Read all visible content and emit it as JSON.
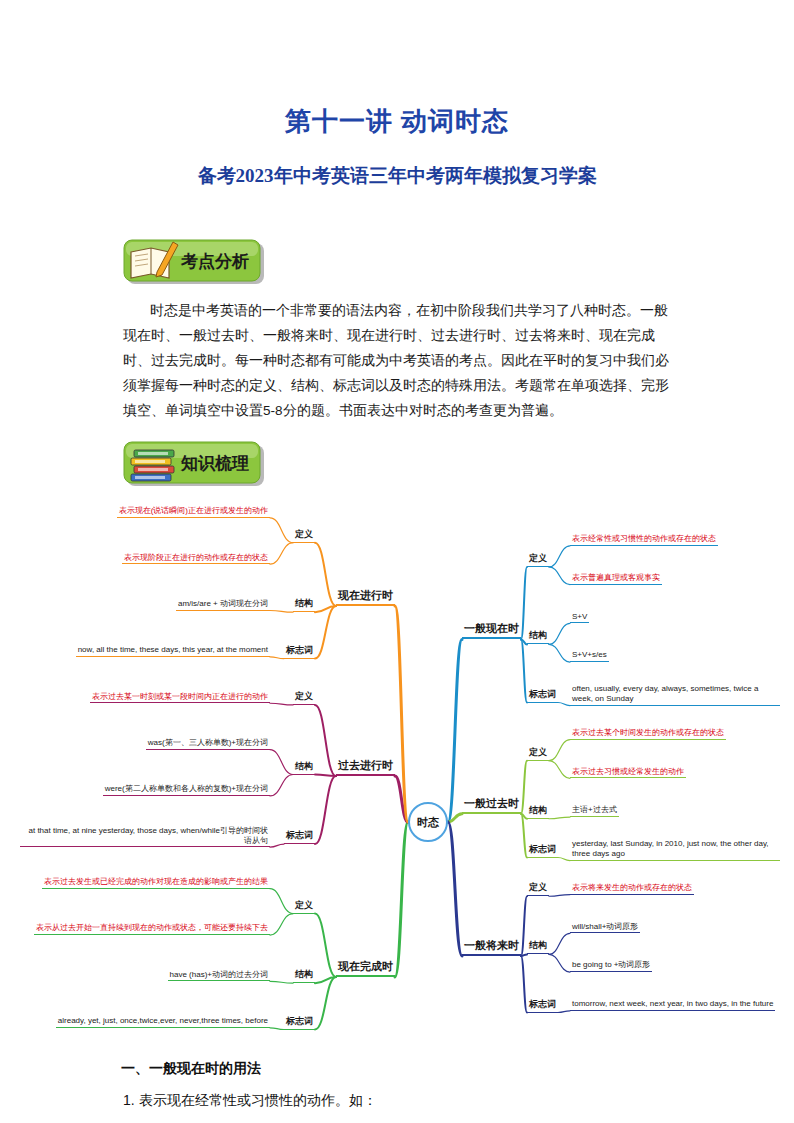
{
  "diagram": {
    "title": "第十一讲 动词时态",
    "nodes": [
      {
        "text": [
          "考点分析"
        ]
      },
      {
        "text": [
          "知识梳理"
        ]
      },
      {
        "text": [
          "时态"
        ]
      },
      {
        "text": [
          "一般现在时"
        ]
      },
      {
        "text": [
          "定义"
        ]
      },
      {
        "text": [
          "表示经常性或习惯性的动作或存在的状态"
        ]
      },
      {
        "text": [
          "表示普遍真理或客观事实"
        ]
      },
      {
        "text": [
          "结构"
        ]
      },
      {
        "text": [
          "S+V"
        ]
      },
      {
        "text": [
          "S+V+s/es"
        ]
      },
      {
        "text": [
          "标志词"
        ]
      },
      {
        "text": [
          "often, usually, every day, always, sometimes, twice a week, on Sunday"
        ]
      },
      {
        "text": [
          "一般过去时"
        ]
      },
      {
        "text": [
          "定义"
        ]
      },
      {
        "text": [
          "表示过去某个时间发生的动作或存在的状态"
        ]
      },
      {
        "text": [
          "表示过去习惯或经常发生的动作"
        ]
      },
      {
        "text": [
          "结构"
        ]
      },
      {
        "text": [
          "主语+过去式"
        ]
      },
      {
        "text": [
          "标志词"
        ]
      },
      {
        "text": [
          "yesterday, last Sunday, in 2010, just now, the other day, three days ago"
        ]
      },
      {
        "text": [
          "一般将来时"
        ]
      },
      {
        "text": [
          "定义"
        ]
      },
      {
        "text": [
          "表示将来发生的动作或存在的状态"
        ]
      },
      {
        "text": [
          "结构"
        ]
      },
      {
        "text": [
          "will/shall+动词原形"
        ]
      },
      {
        "text": [
          "be going to +动词原形"
        ]
      },
      {
        "text": [
          "标志词"
        ]
      },
      {
        "text": [
          "tomorrow, next week, next year, in two days, in the future"
        ]
      },
      {
        "text": [
          "现在完成时"
        ]
      },
      {
        "text": [
          "定义"
        ]
      },
      {
        "text": [
          "表示过去发生或已经完成的动作对现在造成的影响或产生的结果"
        ]
      },
      {
        "text": [
          "表示从过去开始一直持续到现在的动作或状态，可能还要持续下去"
        ]
      },
      {
        "text": [
          "结构"
        ]
      },
      {
        "text": [
          "have (has)+动词的过去分词"
        ]
      },
      {
        "text": [
          "标志词"
        ]
      },
      {
        "text": [
          "already, yet, just, once,twice,ever, never,three times, before"
        ]
      },
      {
        "text": [
          "过去进行时"
        ]
      },
      {
        "text": [
          "定义"
        ]
      },
      {
        "text": [
          "表示过去某一时刻或某一段时间内正在进行的动作"
        ]
      },
      {
        "text": [
          "结构"
        ]
      },
      {
        "text": [
          "was(第一、三人称单数)+现在分词"
        ]
      },
      {
        "text": [
          "were(第二人称单数和各人称的复数)+现在分词"
        ]
      },
      {
        "text": [
          "标志词"
        ]
      },
      {
        "text": [
          "at that time, at nine yesterday, those days, when/while引导的时间状语从句"
        ]
      },
      {
        "text": [
          "现在进行时"
        ]
      },
      {
        "text": [
          "定义"
        ]
      },
      {
        "text": [
          "表示现在(说话瞬间)正在进行或发生的动作"
        ]
      },
      {
        "text": [
          "表示现阶段正在进行的动作或存在的状态"
        ]
      },
      {
        "text": [
          "结构"
        ]
      },
      {
        "text": [
          "am/is/are + 动词现在分词"
        ]
      },
      {
        "text": [
          "标志词"
        ]
      },
      {
        "text": [
          "now, all the time, these days, this year, at the moment"
        ]
      }
    ],
    "edges": [
      {
        "from": 2,
        "to": 3,
        "arrow": "none"
      },
      {
        "from": 2,
        "to": 12,
        "arrow": "none"
      },
      {
        "from": 2,
        "to": 20,
        "arrow": "none"
      },
      {
        "from": 2,
        "to": 28,
        "arrow": "none"
      },
      {
        "from": 2,
        "to": 36,
        "arrow": "none"
      },
      {
        "from": 2,
        "to": 44,
        "arrow": "none"
      },
      {
        "from": 3,
        "to": 4,
        "arrow": "none"
      },
      {
        "from": 4,
        "to": 5,
        "arrow": "none"
      },
      {
        "from": 4,
        "to": 6,
        "arrow": "none"
      },
      {
        "from": 3,
        "to": 7,
        "arrow": "none"
      },
      {
        "from": 7,
        "to": 8,
        "arrow": "none"
      },
      {
        "from": 7,
        "to": 9,
        "arrow": "none"
      },
      {
        "from": 3,
        "to": 10,
        "arrow": "none"
      },
      {
        "from": 10,
        "to": 11,
        "arrow": "none"
      },
      {
        "from": 12,
        "to": 13,
        "arrow": "none"
      },
      {
        "from": 13,
        "to": 14,
        "arrow": "none"
      },
      {
        "from": 13,
        "to": 15,
        "arrow": "none"
      },
      {
        "from": 12,
        "to": 16,
        "arrow": "none"
      },
      {
        "from": 16,
        "to": 17,
        "arrow": "none"
      },
      {
        "from": 12,
        "to": 18,
        "arrow": "none"
      },
      {
        "from": 18,
        "to": 19,
        "arrow": "none"
      },
      {
        "from": 20,
        "to": 21,
        "arrow": "none"
      },
      {
        "from": 21,
        "to": 22,
        "arrow": "none"
      },
      {
        "from": 20,
        "to": 23,
        "arrow": "none"
      },
      {
        "from": 23,
        "to": 24,
        "arrow": "none"
      },
      {
        "from": 23,
        "to": 25,
        "arrow": "none"
      },
      {
        "from": 20,
        "to": 26,
        "arrow": "none"
      },
      {
        "from": 26,
        "to": 27,
        "arrow": "none"
      },
      {
        "from": 28,
        "to": 29,
        "arrow": "none"
      },
      {
        "from": 29,
        "to": 30,
        "arrow": "none"
      },
      {
        "from": 29,
        "to": 31,
        "arrow": "none"
      },
      {
        "from": 28,
        "to": 32,
        "arrow": "none"
      },
      {
        "from": 32,
        "to": 33,
        "arrow": "none"
      },
      {
        "from": 28,
        "to": 34,
        "arrow": "none"
      },
      {
        "from": 34,
        "to": 35,
        "arrow": "none"
      },
      {
        "from": 36,
        "to": 37,
        "arrow": "none"
      },
      {
        "from": 37,
        "to": 38,
        "arrow": "none"
      },
      {
        "from": 36,
        "to": 39,
        "arrow": "none"
      },
      {
        "from": 39,
        "to": 40,
        "arrow": "none"
      },
      {
        "from": 39,
        "to": 41,
        "arrow": "none"
      },
      {
        "from": 36,
        "to": 42,
        "arrow": "none"
      },
      {
        "from": 42,
        "to": 43,
        "arrow": "none"
      },
      {
        "from": 44,
        "to": 45,
        "arrow": "none"
      },
      {
        "from": 45,
        "to": 46,
        "arrow": "none"
      },
      {
        "from": 45,
        "to": 47,
        "arrow": "none"
      },
      {
        "from": 44,
        "to": 48,
        "arrow": "none"
      },
      {
        "from": 48,
        "to": 49,
        "arrow": "none"
      },
      {
        "from": 44,
        "to": 50,
        "arrow": "none"
      },
      {
        "from": 50,
        "to": 51,
        "arrow": "none"
      }
    ],
    "labels": [
      "备考2023年中考英语三年中考两年模拟复习学案",
      "时态是中考英语的一个非常要的语法内容，在初中阶段我们共学习了八种时态。一般现在时、一般过去时、一般将来时、现在进行时、过去进行时、过去将来时、现在完成时、过去完成时。每一种时态都有可能成为中考英语的考点。因此在平时的复习中我们必须掌握每一种时态的定义、结构、标志词以及时态的特殊用法。考题常在单项选择、完形填空、单词填空中设置5-8分的题。书面表达中对时态的考查更为普遍。",
      "一、一般现在时的用法",
      "1. 表示现在经常性或习惯性的动作。如："
    ]
  }
}
